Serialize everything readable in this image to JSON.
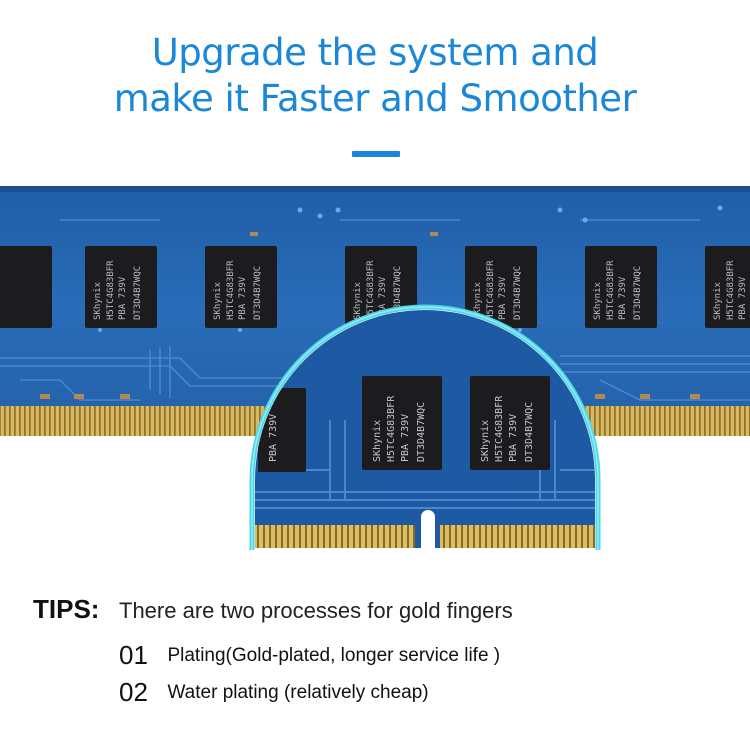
{
  "headline": {
    "line1": "Upgrade the system and",
    "line2": "make it Faster and Smoother"
  },
  "colors": {
    "accent": "#1b87d9",
    "pcb_blue": "#2a6cb8",
    "gold": "#c9a64a",
    "chip": "#1c1c1e",
    "magnifier_ring": "#4fd6e8"
  },
  "chips": {
    "brand": "SKhynix",
    "model": "H5TC4G83BFR",
    "grade": "PBA 739V",
    "lot": "DT3D4B7WQC"
  },
  "tips": {
    "label": "TIPS:",
    "intro": "There are two processes for gold fingers",
    "items": [
      {
        "num": "01",
        "text": "Plating(Gold-plated, longer service life )"
      },
      {
        "num": "02",
        "text": "Water plating (relatively cheap)"
      }
    ]
  }
}
